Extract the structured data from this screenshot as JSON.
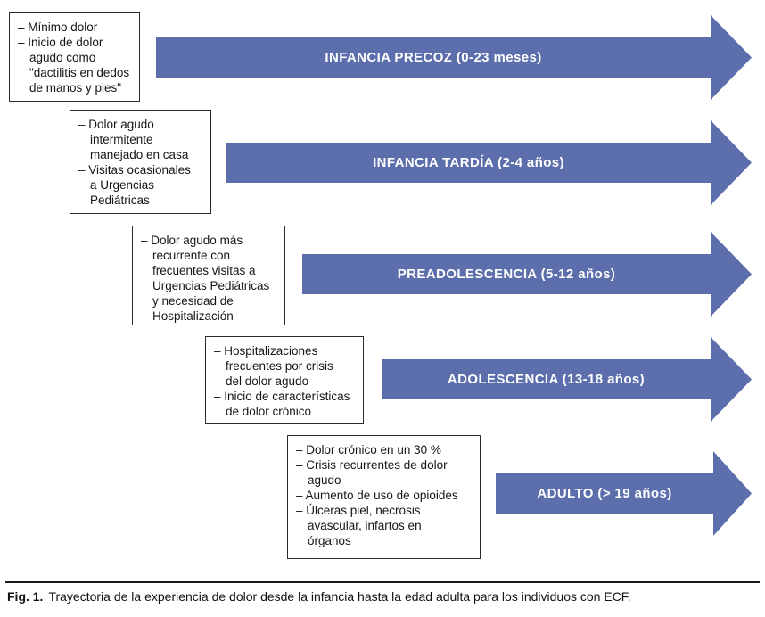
{
  "figure": {
    "bullet_char": "–",
    "arrow_color": "#5c6eac",
    "caption_label": "Fig. 1.",
    "caption_text": "Trayectoria de la experiencia de dolor desde la infancia hasta la edad adulta para los individuos con ECF.",
    "rows": [
      {
        "stage": "INFANCIA PRECOZ (0-23 meses)",
        "bullets": [
          "Mínimo dolor",
          "Inicio de dolor\nagudo como\n\"dactilitis en dedos\nde manos y pies\""
        ]
      },
      {
        "stage": "INFANCIA TARDÍA (2-4 años)",
        "bullets": [
          "Dolor agudo\nintermitente\nmanejado en casa",
          "Visitas ocasionales\na Urgencias\nPediátricas"
        ]
      },
      {
        "stage": "PREADOLESCENCIA (5-12 años)",
        "bullets": [
          "Dolor agudo más\nrecurrente con\nfrecuentes visitas a\nUrgencias Pediátricas\ny necesidad de\nHospitalización"
        ]
      },
      {
        "stage": "ADOLESCENCIA (13-18 años)",
        "bullets": [
          "Hospitalizaciones\nfrecuentes por crisis\ndel dolor agudo",
          "Inicio de características\nde dolor crónico"
        ]
      },
      {
        "stage": "ADULTO (> 19 años)",
        "bullets": [
          "Dolor crónico en un 30 %",
          "Crisis recurrentes de dolor\nagudo",
          "Aumento de uso de opioides",
          "Úlceras piel, necrosis\navascular, infartos en\nórganos"
        ]
      }
    ]
  }
}
